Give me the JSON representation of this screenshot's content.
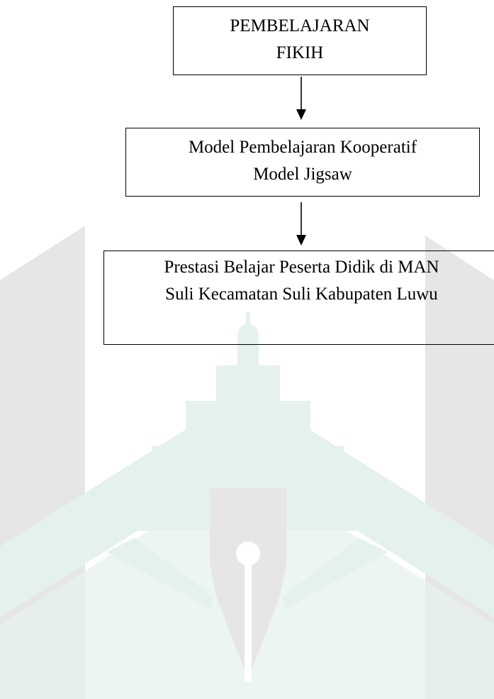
{
  "diagram": {
    "nodes": [
      {
        "id": "box-1",
        "lines": [
          "PEMBELAJARAN",
          "FIKIH"
        ]
      },
      {
        "id": "box-2",
        "lines": [
          "Model Pembelajaran Kooperatif",
          "Model Jigsaw"
        ]
      },
      {
        "id": "box-3",
        "lines": [
          "Prestasi Belajar Peserta Didik di MAN",
          "Suli Kecamatan Suli Kabupaten Luwu"
        ]
      }
    ],
    "edges": [
      {
        "from": "box-1",
        "to": "box-2"
      },
      {
        "from": "box-2",
        "to": "box-3"
      }
    ]
  },
  "colors": {
    "watermark_green": "#e5f2ec",
    "watermark_grey": "#e6e6e6",
    "watermark_white": "#ffffff",
    "line": "#000000"
  },
  "watermark": {
    "icon": "pen-nib-mosque-logo-icon"
  }
}
